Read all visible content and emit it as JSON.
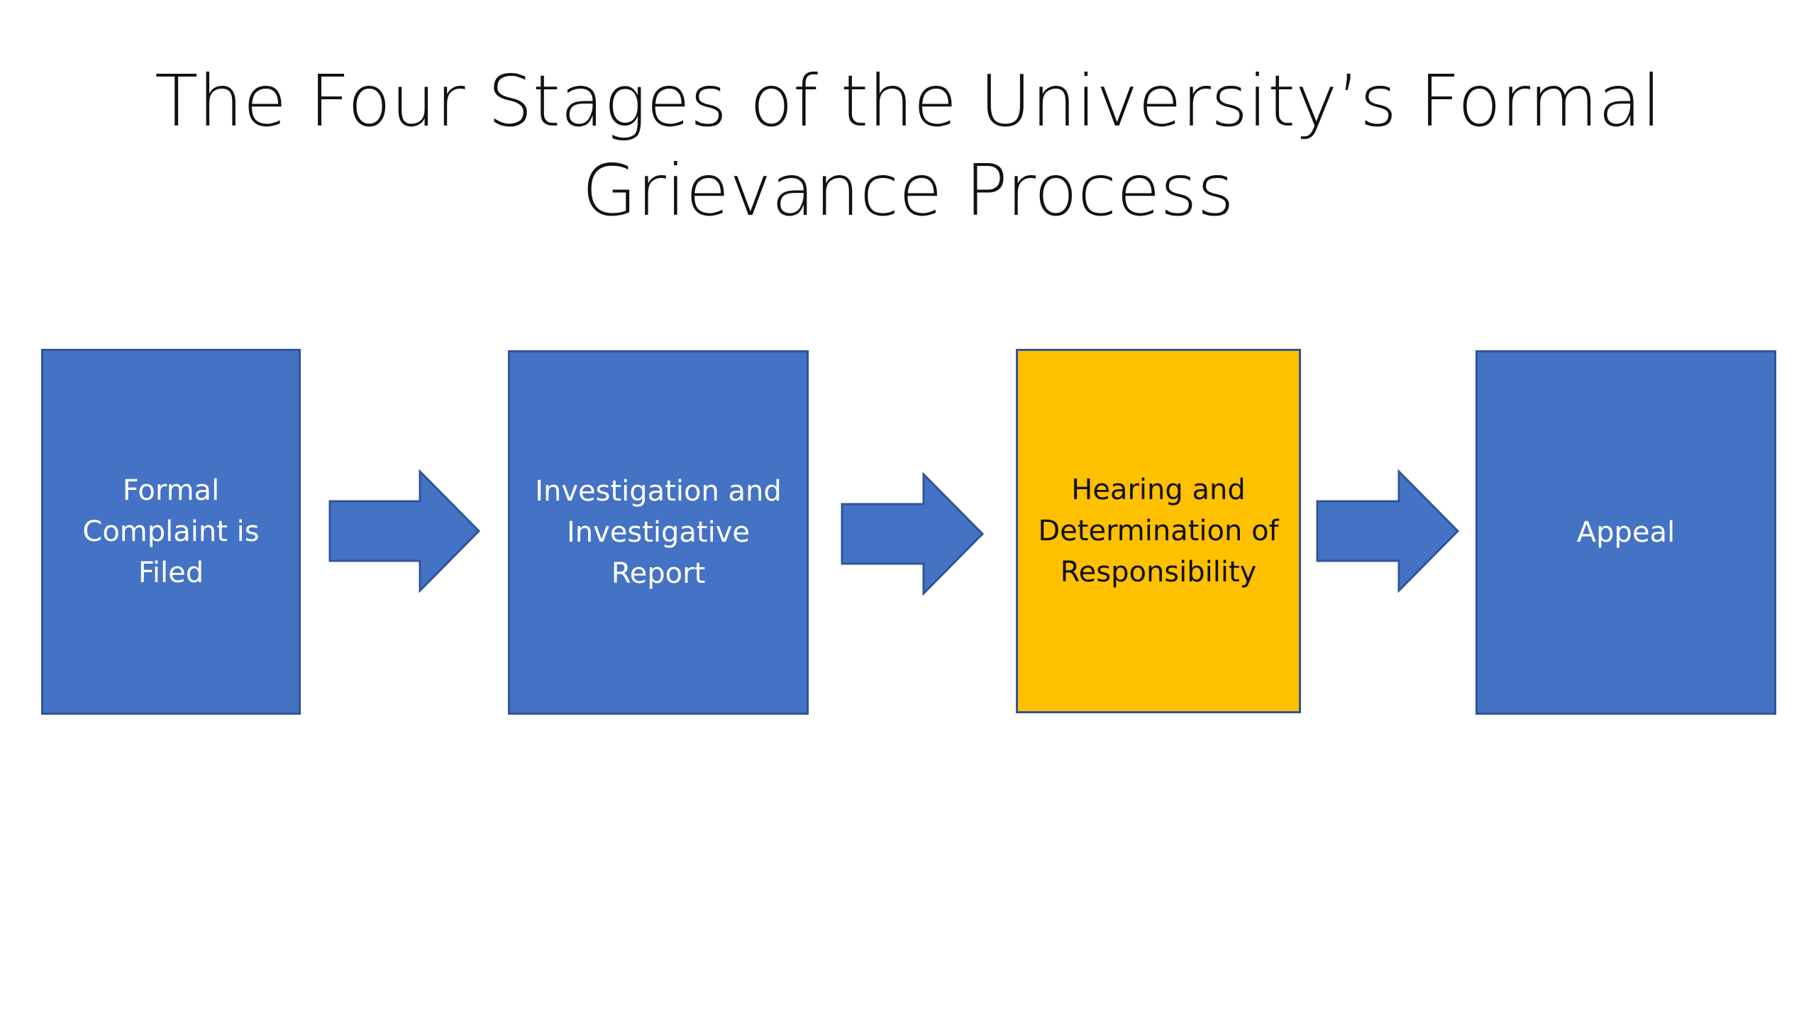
{
  "title_line1": "The Four Stages of the University’s Formal",
  "title_line2": "Grievance Process",
  "stages": [
    {
      "label": "Formal Complaint is Filed",
      "color": "#4472c4"
    },
    {
      "label": "Investigation and Investigative Report",
      "color": "#4472c4"
    },
    {
      "label": "Hearing and Determination of Responsibility",
      "color": "#ffc000"
    },
    {
      "label": "Appeal",
      "color": "#4472c4"
    }
  ],
  "colors": {
    "stage_blue": "#4472c4",
    "stage_highlight": "#ffc000",
    "outline": "#2f5597",
    "title_text": "#111111"
  }
}
